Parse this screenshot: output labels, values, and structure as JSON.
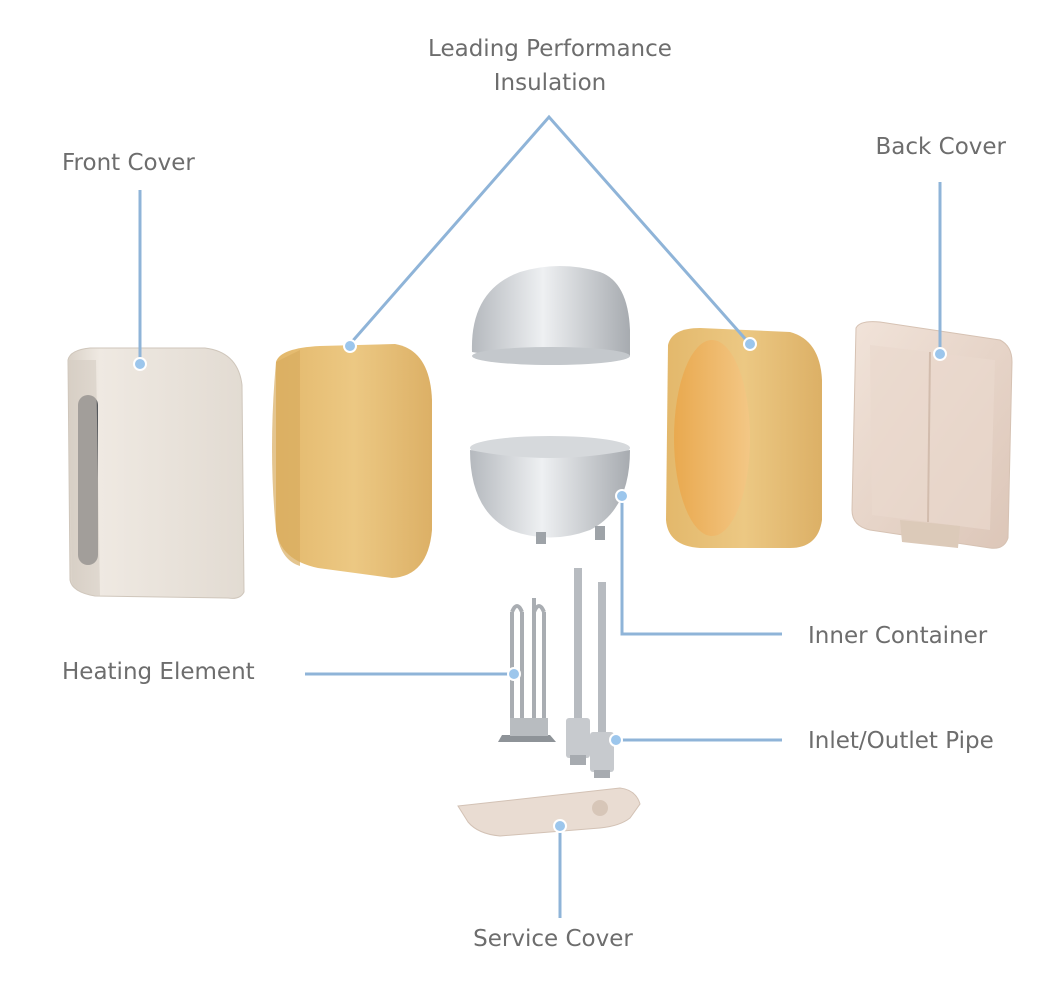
{
  "diagram": {
    "labels": {
      "insulation_line1": "Leading Performance",
      "insulation_line2": "Insulation",
      "front_cover": "Front Cover",
      "back_cover": "Back Cover",
      "inner_container": "Inner Container",
      "heating_element": "Heating Element",
      "inlet_outlet_pipe": "Inlet/Outlet Pipe",
      "service_cover": "Service Cover"
    },
    "colors": {
      "label_text": "#6d6d6d",
      "leader_line": "#8fb4d8",
      "leader_dot": "#9cc6ec",
      "cover_shell": "#ece6df",
      "insulation_foam": "#e8c27a",
      "steel": "#c9ccd0"
    }
  }
}
